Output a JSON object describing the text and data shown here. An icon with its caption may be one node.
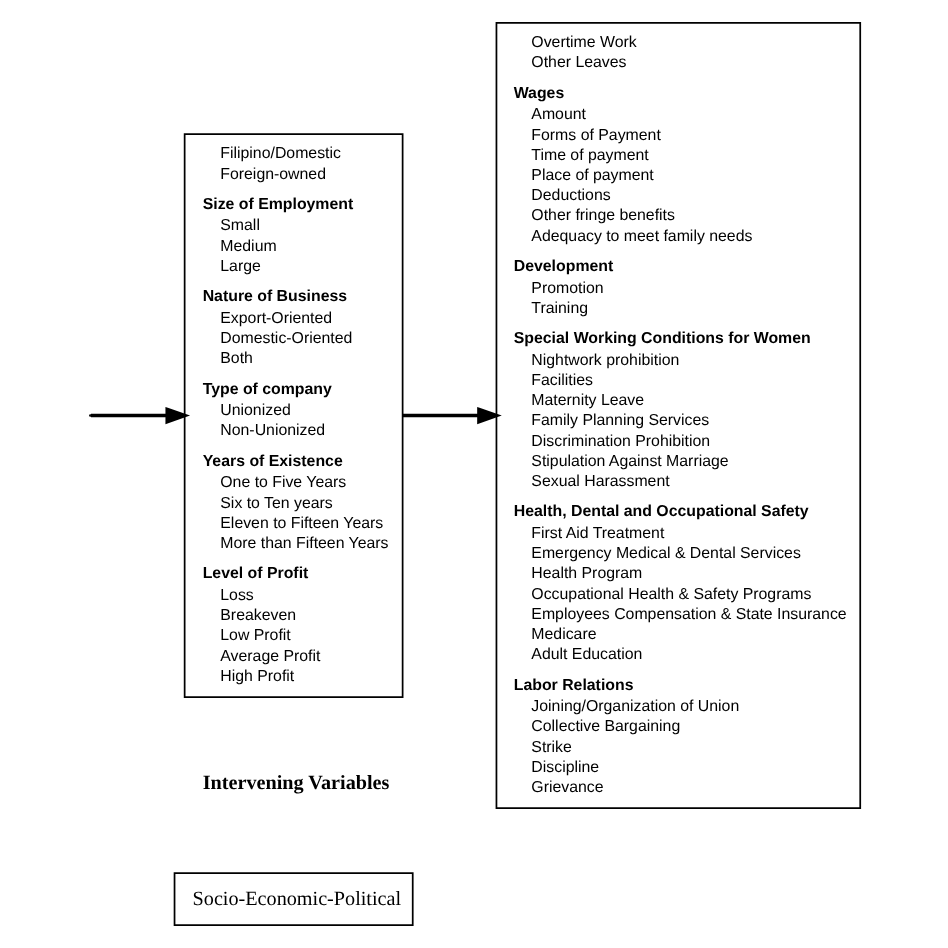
{
  "diagram": {
    "nodes": [
      {
        "text": [
          "Filipino/Domestic",
          "Foreign-owned",
          "Size of Employment",
          "Small",
          "Medium",
          "Large",
          "Nature of Business",
          "Export-Oriented",
          "Domestic-Oriented",
          "Both",
          "Type of company",
          "Unionized",
          "Non-Unionized",
          "Years of Existence",
          "One to Five Years",
          "Six to Ten years",
          "Eleven to Fifteen Years",
          "More than Fifteen Years",
          "Level of Profit",
          "Loss",
          "Breakeven",
          "Low Profit",
          "Average Profit",
          "High Profit"
        ]
      },
      {
        "text": [
          "Overtime Work",
          "Other Leaves",
          "Wages",
          "Amount",
          "Forms of Payment",
          "Time of payment",
          "Place of payment",
          "Deductions",
          "Other fringe benefits",
          "Adequacy to meet family needs",
          "Development",
          "Promotion",
          "Training",
          "Special Working Conditions for Women",
          "Nightwork prohibition",
          "Facilities",
          "Maternity Leave",
          "Family Planning Services",
          "Discrimination Prohibition",
          "Stipulation Against Marriage",
          "Sexual Harassment",
          "Health, Dental and Occupational Safety",
          "First Aid Treatment",
          "Emergency Medical & Dental Services",
          "Health Program",
          "Occupational Health & Safety Programs",
          "Employees Compensation & State Insurance",
          "Medicare",
          "Adult Education",
          "Labor Relations",
          "Joining/Organization of Union",
          "Collective Bargaining",
          "Strike",
          "Discipline",
          "Grievance"
        ]
      },
      {
        "text": [
          "Socio-Economic-Political"
        ]
      }
    ],
    "edges": [
      {
        "from": null,
        "to": 0,
        "arrow": "to"
      },
      {
        "from": 0,
        "to": 1,
        "arrow": "to"
      }
    ],
    "labels": [
      "Intervening Variables"
    ]
  }
}
